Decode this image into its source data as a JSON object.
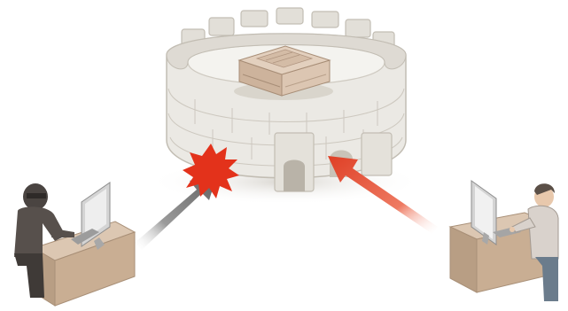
{
  "illustration": {
    "elements": [
      "fortress-wall",
      "printer",
      "attacker",
      "blocked-arrow",
      "impact-burst",
      "user",
      "allowed-arrow",
      "user-computer",
      "attacker-computer"
    ]
  },
  "colors": {
    "background": "#ffffff",
    "wall_face": "#e9e7e1",
    "wall_top": "#dcd8d0",
    "wall_shadow": "#bdb8ae",
    "printer_body": "#d8c3b0",
    "printer_top": "#c9b19b",
    "desk": "#c7ad92",
    "monitor": "#d3d3d3",
    "blocked_arrow": "#6f6f6f",
    "allowed_arrow": "#e0442a",
    "burst": "#e3321b",
    "person_dark": "#4a4441",
    "person_light": "#e8c8ac"
  }
}
